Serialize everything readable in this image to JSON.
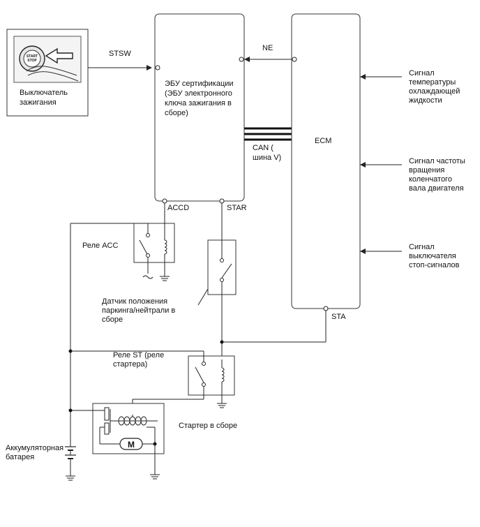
{
  "ignition_switch": {
    "label_lines": [
      "Выключатель",
      "зажигания"
    ],
    "button_text_lines": [
      "START",
      "STOP"
    ]
  },
  "certification_ecu": {
    "label_lines": [
      "ЭБУ сертификации",
      "(ЭБУ электронного",
      "ключа зажигания в",
      "сборе)"
    ]
  },
  "ecm": {
    "label": "ECM"
  },
  "signals": {
    "stsw": "STSW",
    "ne": "NE",
    "accd": "ACCD",
    "star": "STAR",
    "sta": "STA"
  },
  "can_bus": {
    "label_lines": [
      "CAN (",
      "шина V)"
    ]
  },
  "inputs": [
    {
      "lines": [
        "Сигнал",
        "температуры",
        "охлаждающей",
        "жидкости"
      ]
    },
    {
      "lines": [
        "Сигнал частоты",
        "вращения",
        "коленчатого",
        "вала двигателя"
      ]
    },
    {
      "lines": [
        "Сигнал",
        "выключателя",
        "стоп-сигналов"
      ]
    }
  ],
  "acc_relay": {
    "label": "Реле ACC"
  },
  "pn_switch": {
    "label_lines": [
      "Датчик положения",
      "паркинга/нейтрали в",
      "сборе"
    ]
  },
  "st_relay": {
    "label_lines": [
      "Реле ST (реле",
      "стартера)"
    ]
  },
  "starter": {
    "label": "Стартер в сборе",
    "motor_symbol": "M"
  },
  "battery": {
    "label_lines": [
      "Аккумуляторная",
      "батарея"
    ]
  }
}
